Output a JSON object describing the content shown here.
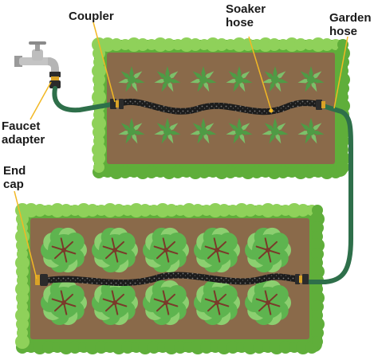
{
  "labels": {
    "coupler": "Coupler",
    "soaker_hose": "Soaker\nhose",
    "garden_hose": "Garden\nhose",
    "faucet_adapter": "Faucet\nadapter",
    "end_cap": "End\ncap"
  },
  "beds": {
    "top": {
      "plant_type": "leafy-greens",
      "rows": 2,
      "plants_per_row": 6
    },
    "bottom": {
      "plant_type": "cabbage-heads",
      "rows": 2,
      "plants_per_row": 5
    }
  },
  "colors": {
    "soil": "#8a6a4a",
    "hedge": "#5fae3a",
    "hedge_light": "#8fd15a",
    "garden_hose": "#2e6f4a",
    "soaker_hose": "#1c1c1c",
    "callout": "#f2b824",
    "fitting_brass": "#d9a227",
    "faucet": "#b7b7b7",
    "leaf": "#7cc06a",
    "leaf_dark": "#4f9b45",
    "cabbage": "#5eb44f",
    "cabbage_light": "#8ccf70",
    "stem": "#7a3a2a"
  }
}
